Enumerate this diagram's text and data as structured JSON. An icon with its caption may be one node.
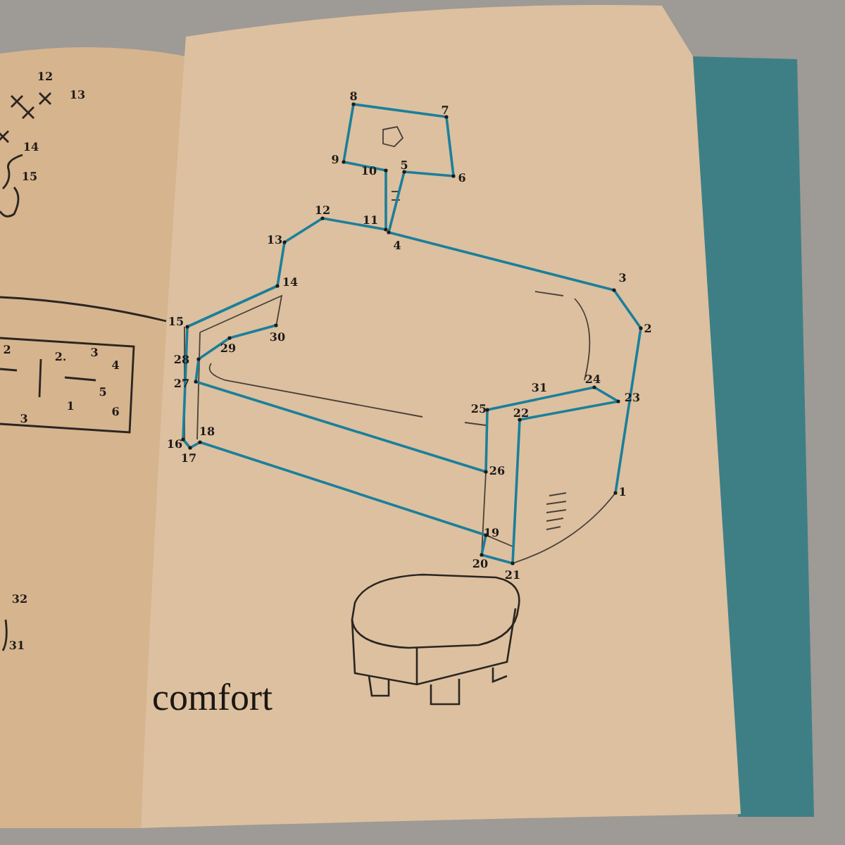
{
  "diagram": {
    "labels": [
      "12",
      "13",
      "8",
      "7",
      "14",
      "9",
      "5",
      "15",
      "10",
      "6",
      "12",
      "11",
      "13",
      "4",
      "14",
      "3",
      "15",
      "2",
      "30",
      "2",
      "2.",
      "3",
      "29",
      "28",
      "4",
      "5",
      "27",
      "31",
      "24",
      "23",
      "1",
      "6",
      "3",
      "25",
      "22",
      "18",
      "16",
      "17",
      "26",
      "1",
      "19",
      "20",
      "21",
      "32",
      "31",
      "comfort"
    ]
  }
}
